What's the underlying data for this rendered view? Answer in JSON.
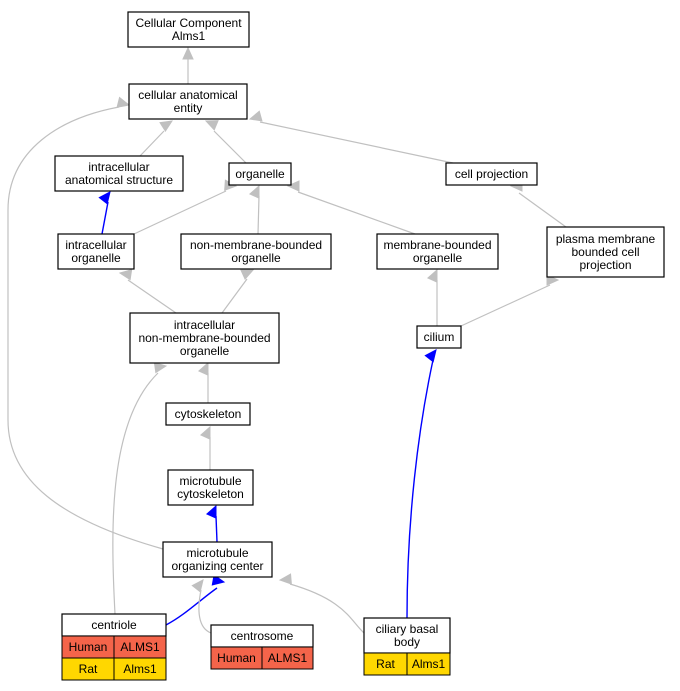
{
  "colors": {
    "human": "#f4644a",
    "rat": "#ffd700",
    "edge_gray": "#c0c0c0",
    "edge_blue": "#0000ff"
  },
  "nodes": {
    "root": {
      "lines": [
        "Cellular Component",
        "Alms1"
      ]
    },
    "cae": {
      "lines": [
        "cellular anatomical",
        "entity"
      ]
    },
    "ias": {
      "lines": [
        "intracellular",
        "anatomical structure"
      ]
    },
    "organelle": {
      "lines": [
        "organelle"
      ]
    },
    "cellproj": {
      "lines": [
        "cell projection"
      ]
    },
    "intraorg": {
      "lines": [
        "intracellular",
        "organelle"
      ]
    },
    "nmb": {
      "lines": [
        "non-membrane-bounded",
        "organelle"
      ]
    },
    "mb": {
      "lines": [
        "membrane-bounded",
        "organelle"
      ]
    },
    "pmbcp": {
      "lines": [
        "plasma membrane",
        "bounded cell",
        "projection"
      ]
    },
    "inmb": {
      "lines": [
        "intracellular",
        "non-membrane-bounded",
        "organelle"
      ]
    },
    "cilium": {
      "lines": [
        "cilium"
      ]
    },
    "cytoskeleton": {
      "lines": [
        "cytoskeleton"
      ]
    },
    "mtcyto": {
      "lines": [
        "microtubule",
        "cytoskeleton"
      ]
    },
    "mtoc": {
      "lines": [
        "microtubule",
        "organizing center"
      ]
    },
    "centriole": {
      "lines": [
        "centriole"
      ],
      "rows": [
        [
          "Human",
          "ALMS1"
        ],
        [
          "Rat",
          "Alms1"
        ]
      ]
    },
    "centrosome": {
      "lines": [
        "centrosome"
      ],
      "rows": [
        [
          "Human",
          "ALMS1"
        ]
      ]
    },
    "cbb": {
      "lines": [
        "ciliary basal",
        "body"
      ],
      "rows": [
        [
          "Rat",
          "Alms1"
        ]
      ]
    }
  }
}
